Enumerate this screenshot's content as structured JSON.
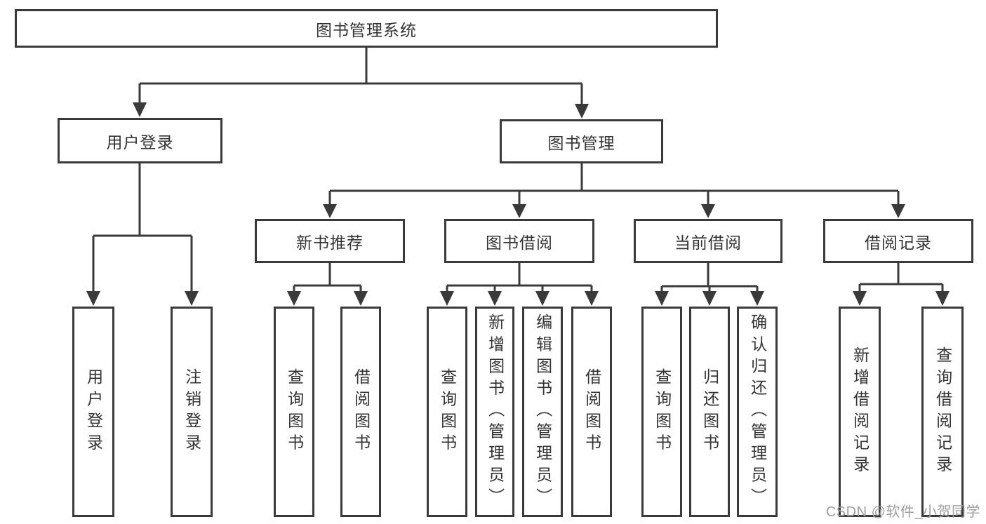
{
  "diagram": {
    "root": {
      "label": "图书管理系统"
    },
    "branches": {
      "user_login": {
        "label": "用户登录",
        "children": {
          "login": {
            "label": "用户登录"
          },
          "logout": {
            "label": "注销登录"
          }
        }
      },
      "book_management": {
        "label": "图书管理",
        "children": {
          "new_book_recommend": {
            "label": "新书推荐",
            "children": {
              "query_book": {
                "label": "查询图书"
              },
              "borrow_book": {
                "label": "借阅图书"
              }
            }
          },
          "book_borrow": {
            "label": "图书借阅",
            "children": {
              "query_book": {
                "label": "查询图书"
              },
              "add_book": {
                "label": "新增图书（管理员）"
              },
              "edit_book": {
                "label": "编辑图书（管理员）"
              },
              "borrow_book": {
                "label": "借阅图书"
              }
            }
          },
          "current_borrow": {
            "label": "当前借阅",
            "children": {
              "query_book": {
                "label": "查询图书"
              },
              "return_book": {
                "label": "归还图书"
              },
              "confirm_return": {
                "label": "确认归还（管理员）"
              }
            }
          },
          "borrow_record": {
            "label": "借阅记录",
            "children": {
              "add_record": {
                "label": "新增借阅记录"
              },
              "query_record": {
                "label": "查询借阅记录"
              }
            }
          }
        }
      }
    }
  },
  "watermark": {
    "text": "CSDN @软件_小贺同学"
  },
  "colors": {
    "line": "#3a3a3a",
    "text": "#333333",
    "background": "#ffffff",
    "watermark": "#9e9e9e"
  }
}
